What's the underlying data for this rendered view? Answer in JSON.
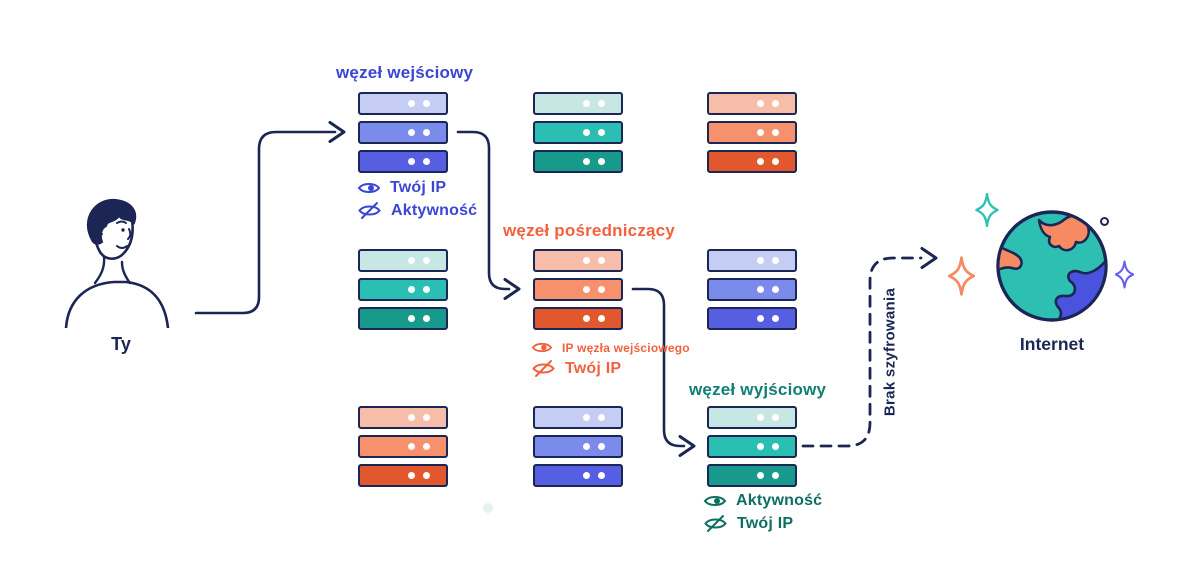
{
  "palette": {
    "navy": "#1c2654",
    "indigo": "#3a46d4",
    "orange-text": "#f2613e",
    "teal-title": "#0f8073",
    "teal-anno": "#0e6e63",
    "blue-light": "#c5cdf4",
    "blue-mid": "#7b8bec",
    "blue-deep": "#565ee1",
    "teal-light": "#c7e7e4",
    "teal-mid": "#2abfb2",
    "teal-deep": "#17998c",
    "orange-light": "#f8bda9",
    "orange-mid": "#f6906d",
    "orange-deep": "#e2582e",
    "globe-sea": "#2dbfb2",
    "globe-orange": "#f68a63",
    "globe-blue": "#4953e0",
    "sparkle-teal": "#2cc2b4",
    "sparkle-orange": "#f68a63",
    "sparkle-purple": "#6a5df0"
  },
  "actors": {
    "user_label": "Ty",
    "internet_label": "Internet"
  },
  "nodes": {
    "entry": {
      "label": "węzeł wejściowy",
      "annotations": [
        {
          "icon": "eye-icon",
          "text": "Twój IP"
        },
        {
          "icon": "eye-crossed-icon",
          "text": "Aktywność"
        }
      ]
    },
    "middle": {
      "label": "węzeł pośredniczący",
      "annotations": [
        {
          "icon": "eye-icon",
          "text": "IP węzła wejściowego"
        },
        {
          "icon": "eye-crossed-icon",
          "text": "Twój IP"
        }
      ]
    },
    "exit": {
      "label": "węzeł wyjściowy",
      "annotations": [
        {
          "icon": "eye-icon",
          "text": "Aktywność"
        },
        {
          "icon": "eye-crossed-icon",
          "text": "Twój IP"
        }
      ]
    }
  },
  "connections": {
    "no_encryption_label": "Brak szyfrowania"
  },
  "stacks": [
    {
      "row": 1,
      "col": 1,
      "scheme": "blue",
      "role": "entry-node"
    },
    {
      "row": 1,
      "col": 2,
      "scheme": "teal",
      "role": "relay"
    },
    {
      "row": 1,
      "col": 3,
      "scheme": "orange",
      "role": "relay"
    },
    {
      "row": 2,
      "col": 1,
      "scheme": "teal",
      "role": "relay"
    },
    {
      "row": 2,
      "col": 2,
      "scheme": "orange",
      "role": "middle-node"
    },
    {
      "row": 2,
      "col": 3,
      "scheme": "blue",
      "role": "relay"
    },
    {
      "row": 3,
      "col": 1,
      "scheme": "orange",
      "role": "relay"
    },
    {
      "row": 3,
      "col": 2,
      "scheme": "blue",
      "role": "relay"
    },
    {
      "row": 3,
      "col": 3,
      "scheme": "teal",
      "role": "exit-node"
    }
  ]
}
